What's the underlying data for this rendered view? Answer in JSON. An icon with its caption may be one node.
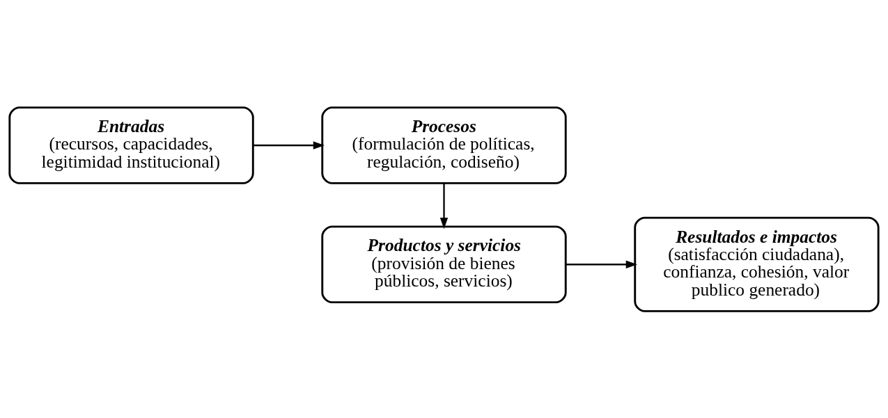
{
  "diagram": {
    "nodes": [
      {
        "text": [
          "Entradas",
          "(recursos, capacidades, legitimidad institucional)"
        ]
      },
      {
        "text": [
          "Procesos",
          "(formulación de políticas, regulación, codiseño)"
        ]
      },
      {
        "text": [
          "Productos y servicios",
          "(provisión de bienes públicos, servicios)"
        ]
      },
      {
        "text": [
          "Resultados e impactos",
          "(satisfacción ciudadana), confianza, cohesión, valor publico generado)"
        ]
      }
    ],
    "edges": [
      {
        "from": 0,
        "to": 1,
        "arrow": "to"
      },
      {
        "from": 1,
        "to": 2,
        "arrow": "to"
      },
      {
        "from": 2,
        "to": 3,
        "arrow": "to"
      }
    ]
  }
}
